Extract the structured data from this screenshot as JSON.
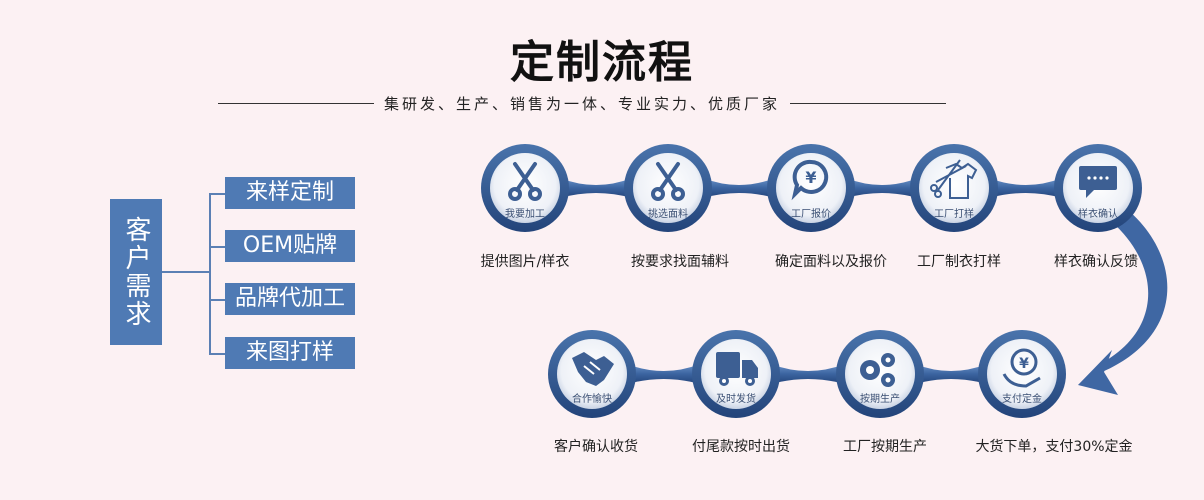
{
  "header": {
    "title": "定制流程",
    "subtitle": "集研发、生产、销售为一体、专业实力、优质厂家"
  },
  "customer_needs": {
    "root_label": "客户需求",
    "options": [
      "来样定制",
      "OEM贴牌",
      "品牌代加工",
      "来图打样"
    ]
  },
  "flow": {
    "row1": [
      {
        "icon": "scissors-icon",
        "badge": "我要加工",
        "caption": "提供图片/样衣"
      },
      {
        "icon": "scissors-icon",
        "badge": "挑选面料",
        "caption": "按要求找面辅料"
      },
      {
        "icon": "yuan-chat-icon",
        "badge": "工厂报价",
        "caption": "确定面料以及报价"
      },
      {
        "icon": "shirt-scissors-icon",
        "badge": "工厂打样",
        "caption": "工厂制衣打样"
      },
      {
        "icon": "message-icon",
        "badge": "样衣确认",
        "caption": "样衣确认反馈"
      }
    ],
    "row2": [
      {
        "icon": "handshake-icon",
        "badge": "合作愉快",
        "caption": "客户确认收货"
      },
      {
        "icon": "truck-icon",
        "badge": "及时发货",
        "caption": "付尾款按时出货"
      },
      {
        "icon": "gears-icon",
        "badge": "按期生产",
        "caption": "工厂按期生产"
      },
      {
        "icon": "yuan-hand-icon",
        "badge": "支付定金",
        "caption": "大货下单，支付30%定金"
      }
    ]
  },
  "colors": {
    "background": "#fcf1f3",
    "accent": "#4f7ab4",
    "ring": "#2e5488"
  }
}
